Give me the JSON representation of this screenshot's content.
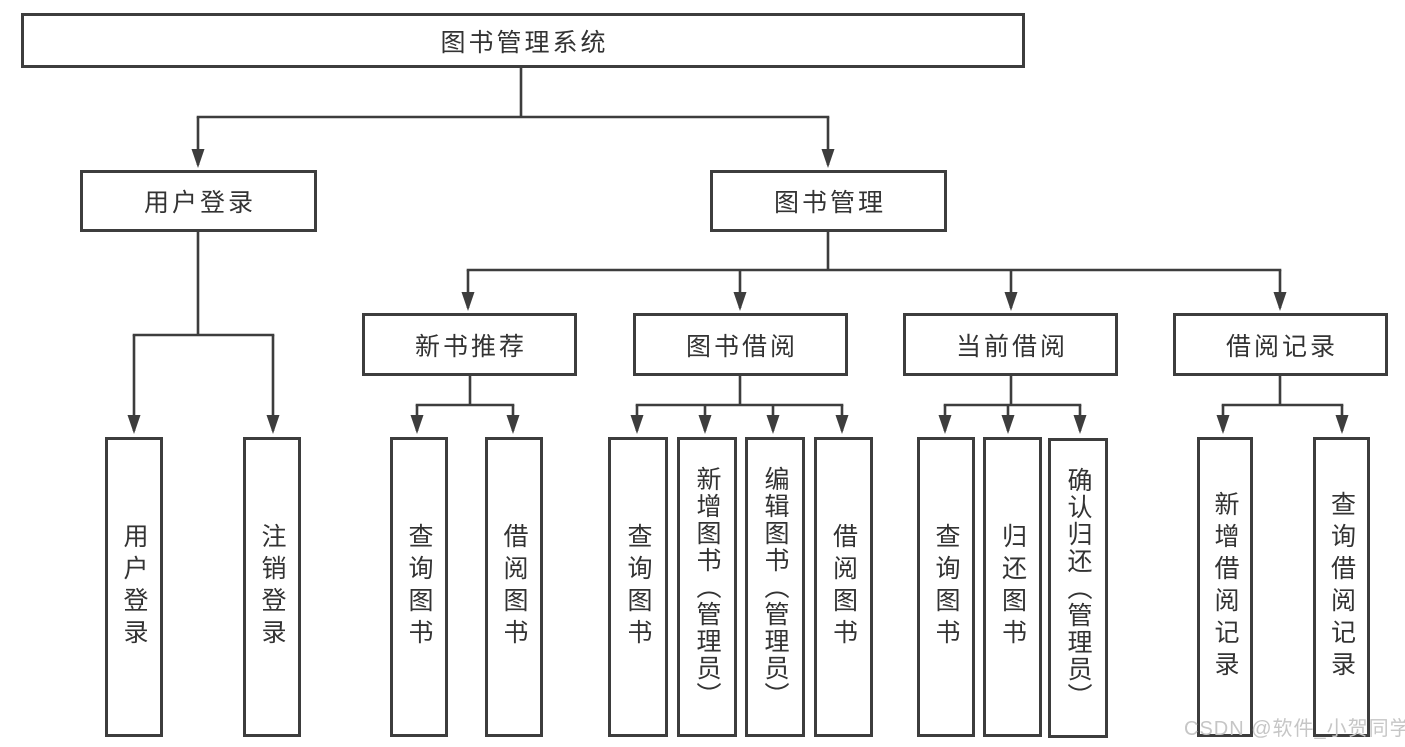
{
  "tree": {
    "root": "图书管理系统",
    "level2": [
      {
        "label": "用户登录"
      },
      {
        "label": "图书管理"
      }
    ],
    "level3": [
      {
        "label": "新书推荐",
        "parent": "图书管理"
      },
      {
        "label": "图书借阅",
        "parent": "图书管理"
      },
      {
        "label": "当前借阅",
        "parent": "图书管理"
      },
      {
        "label": "借阅记录",
        "parent": "图书管理"
      }
    ],
    "leaves": [
      {
        "label": "用户登录",
        "parent": "用户登录"
      },
      {
        "label": "注销登录",
        "parent": "用户登录"
      },
      {
        "label": "查询图书",
        "parent": "新书推荐"
      },
      {
        "label": "借阅图书",
        "parent": "新书推荐"
      },
      {
        "label": "查询图书",
        "parent": "图书借阅"
      },
      {
        "label": "新增图书（管理员）",
        "parent": "图书借阅"
      },
      {
        "label": "编辑图书（管理员）",
        "parent": "图书借阅"
      },
      {
        "label": "借阅图书",
        "parent": "图书借阅"
      },
      {
        "label": "查询图书",
        "parent": "当前借阅"
      },
      {
        "label": "归还图书",
        "parent": "当前借阅"
      },
      {
        "label": "确认归还（管理员）",
        "parent": "当前借阅"
      },
      {
        "label": "新增借阅记录",
        "parent": "借阅记录"
      },
      {
        "label": "查询借阅记录",
        "parent": "借阅记录"
      }
    ]
  },
  "watermark": "CSDN @软件_小贺同学",
  "colors": {
    "line": "#3d3d3d",
    "text": "#333333",
    "background": "#ffffff",
    "watermark": "#c6c6c6"
  }
}
